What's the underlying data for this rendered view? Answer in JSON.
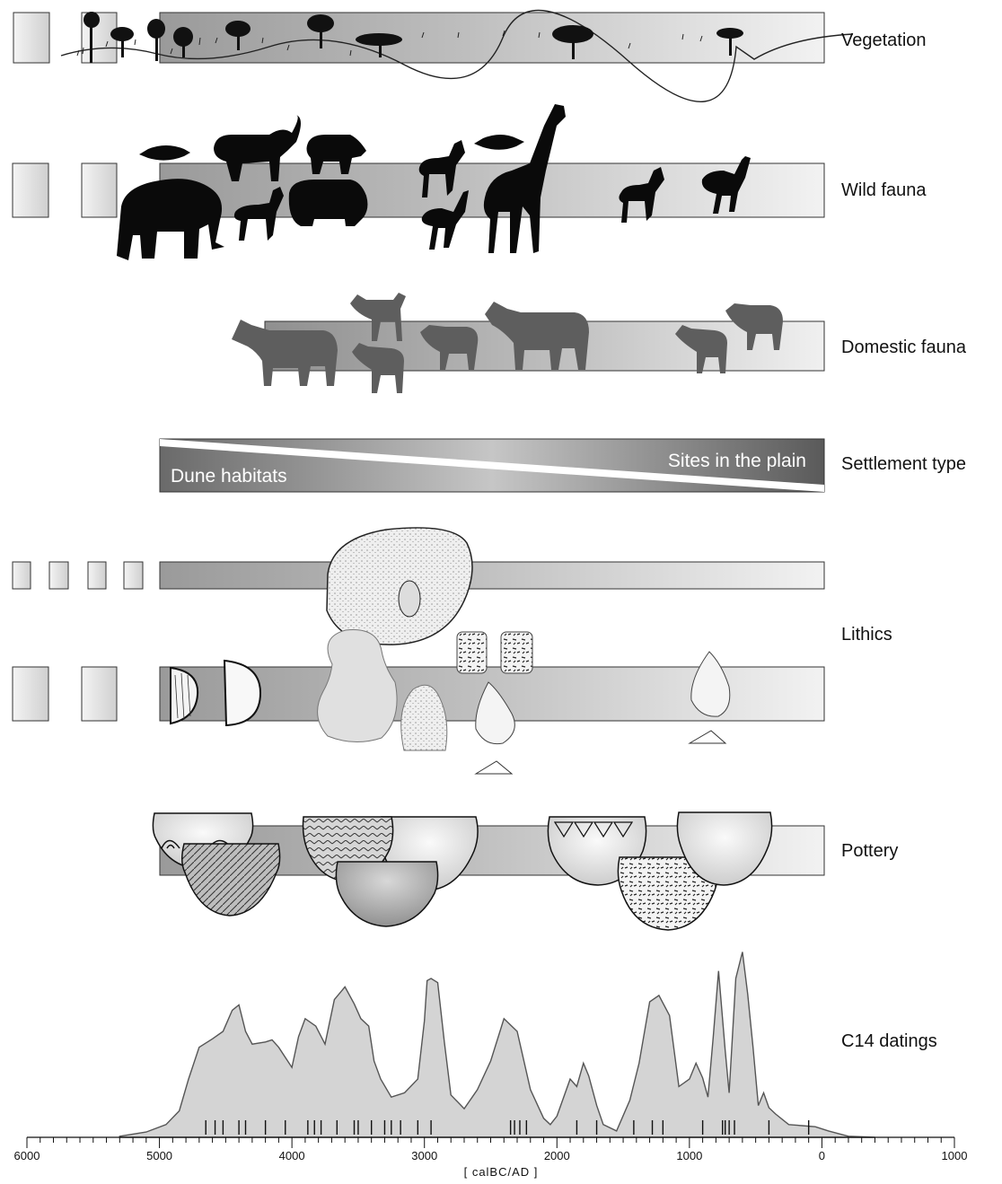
{
  "rows": {
    "vegetation": "Vegetation",
    "wild_fauna": "Wild fauna",
    "domestic_fauna": "Domestic fauna",
    "settlement_type": "Settlement type",
    "lithics": "Lithics",
    "pottery": "Pottery",
    "c14": "C14 datings"
  },
  "settlement": {
    "left_label": "Dune habitats",
    "right_label": "Sites in the plain"
  },
  "axis": {
    "title": "[  calBC/AD  ]",
    "ticks": [
      "6000",
      "5000",
      "4000",
      "3000",
      "2000",
      "1000",
      "0",
      "1000"
    ]
  },
  "chart_data": {
    "type": "area",
    "title": "",
    "xlabel": "[ calBC/AD ]",
    "ylabel": "",
    "x_range_calBC": [
      6000,
      -1000
    ],
    "x_tick_labels": [
      "6000",
      "5000",
      "4000",
      "3000",
      "2000",
      "1000",
      "0",
      "1000"
    ],
    "series": [
      {
        "x": [
          5300,
          5100,
          4950,
          4850,
          4780,
          4700,
          4600,
          4520,
          4450,
          4400,
          4350,
          4300,
          4200,
          4150,
          4100,
          4000,
          3950,
          3900,
          3820,
          3750,
          3680,
          3600,
          3530,
          3480,
          3420,
          3380,
          3330,
          3250,
          3150,
          3050,
          3000,
          2980,
          2950,
          2900,
          2850,
          2800,
          2700,
          2600,
          2500,
          2400,
          2300,
          2200,
          2100,
          2050,
          2000,
          1900,
          1850,
          1800,
          1760,
          1700,
          1650,
          1550,
          1450,
          1380,
          1300,
          1230,
          1150,
          1080,
          1000,
          950,
          900,
          860,
          820,
          780,
          730,
          700,
          650,
          600,
          560,
          520,
          480,
          440,
          400,
          350,
          250,
          150,
          50,
          -50,
          -200,
          -400
        ],
        "y": [
          0.01,
          0.05,
          0.12,
          0.25,
          0.55,
          0.85,
          0.93,
          1.0,
          1.2,
          1.25,
          1.0,
          0.88,
          0.9,
          0.92,
          0.85,
          0.66,
          0.95,
          1.12,
          1.05,
          0.88,
          1.3,
          1.42,
          1.26,
          1.12,
          1.05,
          0.72,
          0.55,
          0.38,
          0.42,
          0.55,
          1.1,
          1.48,
          1.5,
          1.46,
          0.9,
          0.4,
          0.27,
          0.45,
          0.72,
          1.12,
          1.0,
          0.45,
          0.18,
          0.12,
          0.2,
          0.55,
          0.48,
          0.7,
          0.58,
          0.3,
          0.12,
          0.06,
          0.35,
          0.7,
          1.28,
          1.34,
          1.15,
          0.48,
          0.55,
          0.7,
          0.56,
          0.38,
          0.95,
          1.57,
          0.82,
          0.42,
          1.5,
          1.75,
          1.35,
          0.85,
          0.3,
          0.42,
          0.28,
          0.22,
          0.12,
          0.11,
          0.1,
          0.06,
          0.01,
          0.0
        ]
      }
    ],
    "dating_marks_calBC": [
      4650,
      4580,
      4520,
      4400,
      4350,
      4200,
      4050,
      3880,
      3830,
      3780,
      3660,
      3530,
      3500,
      3400,
      3300,
      3250,
      3180,
      3050,
      2950,
      2350,
      2320,
      2280,
      2230,
      1850,
      1700,
      1420,
      1280,
      1200,
      900,
      750,
      730,
      700,
      660,
      400,
      100
    ]
  }
}
